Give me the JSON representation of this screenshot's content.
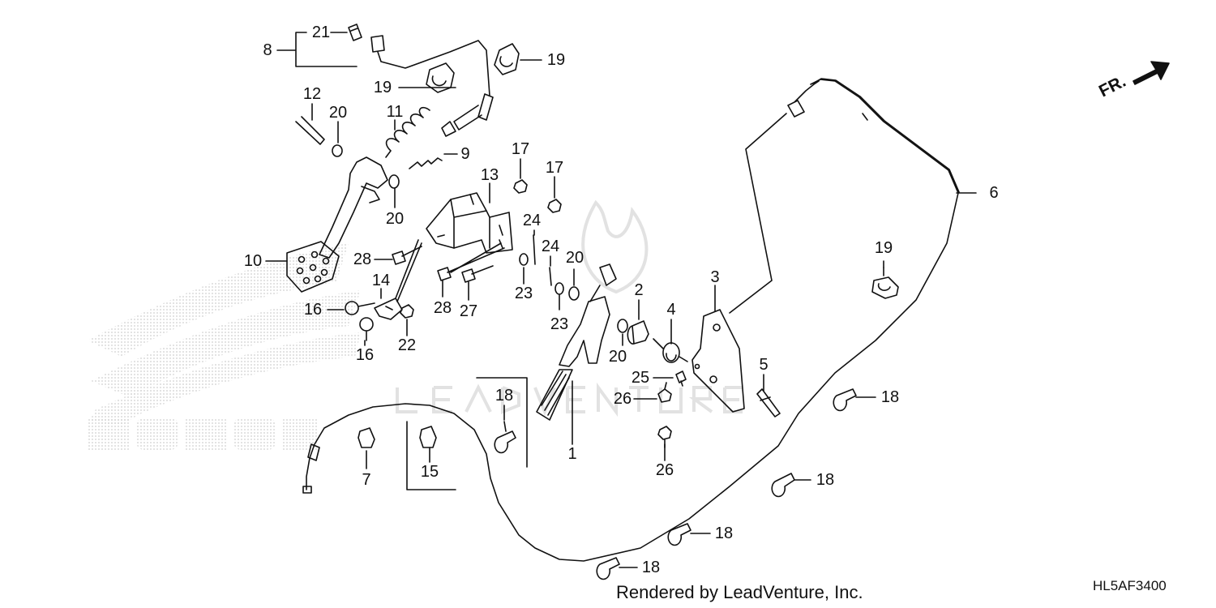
{
  "diagram": {
    "credit": "Rendered by LeadVenture, Inc.",
    "diagram_code": "HL5AF3400",
    "front_label": "FR.",
    "colors": {
      "line": "#111111",
      "watermark": "#d6d6d6",
      "background": "#ffffff"
    },
    "callouts": {
      "c1": "1",
      "c2": "2",
      "c3": "3",
      "c4": "4",
      "c5": "5",
      "c6": "6",
      "c7": "7",
      "c8": "8",
      "c9": "9",
      "c10": "10",
      "c11": "11",
      "c12": "12",
      "c13": "13",
      "c14": "14",
      "c15": "15",
      "c16a": "16",
      "c16b": "16",
      "c17a": "17",
      "c17b": "17",
      "c18a": "18",
      "c18b": "18",
      "c18c": "18",
      "c18d": "18",
      "c18e": "18",
      "c19a": "19",
      "c19b": "19",
      "c19c": "19",
      "c20a": "20",
      "c20b": "20",
      "c20c": "20",
      "c20d": "20",
      "c21": "21",
      "c22": "22",
      "c23a": "23",
      "c23b": "23",
      "c24a": "24",
      "c24b": "24",
      "c25": "25",
      "c26a": "26",
      "c26b": "26",
      "c27": "27",
      "c28a": "28",
      "c28b": "28"
    }
  }
}
